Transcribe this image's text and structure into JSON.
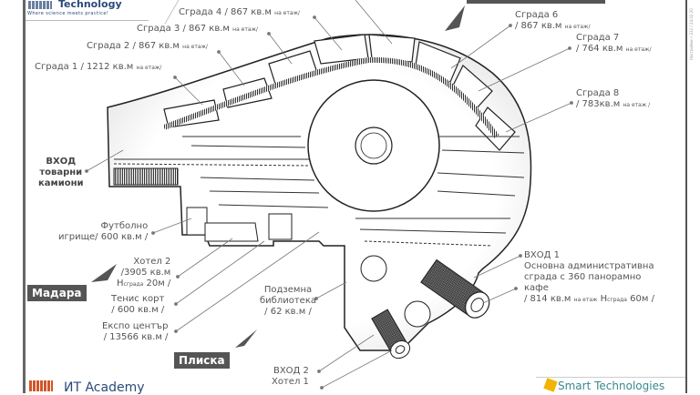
{
  "header": {
    "logo_name": "Technology",
    "logo_tagline": "Where science meets practice!"
  },
  "side_note": "Настройки • 232 / 24.02.20",
  "buildings": [
    {
      "name": "Сграда 1",
      "area": "/ 1212 кв.м",
      "unit": "на етаж/"
    },
    {
      "name": "Сграда 2",
      "area": "/ 867 кв.м",
      "unit": "на етаж/"
    },
    {
      "name": "Сграда 3",
      "area": "/ 867 кв.м",
      "unit": "на етаж/"
    },
    {
      "name": "Сграда 4",
      "area": "/ 867 кв.м",
      "unit": "на етаж/"
    },
    {
      "name": "Сграда 6",
      "area": "/ 867 кв.м",
      "unit": "на етаж/"
    },
    {
      "name": "Сграда 7",
      "area": "/ 764 кв.м",
      "unit": "на етаж/"
    },
    {
      "name": "Сграда 8",
      "area": "/ 783кв.м",
      "unit": "на етаж /"
    }
  ],
  "entrance_trucks": {
    "line1": "ВХОД",
    "line2": "товарни",
    "line3": "камиони"
  },
  "football": {
    "line1": "Футболно",
    "line2": "игрище/ 600 кв.м /"
  },
  "hotel2": {
    "line1": "Хотел 2",
    "line2": "/3905 кв.м",
    "line3_h": "H",
    "line3_sub": "сграда",
    "line3_val": "20м /"
  },
  "tennis": {
    "line1": "Тенис корт",
    "line2": "/ 600 кв.м /"
  },
  "expo": {
    "line1": "Експо център",
    "line2": "/ 13566 кв.м /"
  },
  "library": {
    "line1": "Подземна",
    "line2": "библиотека",
    "line3": "/ 62 кв.м /"
  },
  "entrance2": {
    "line1": "ВХОД 2",
    "line2": "Хотел 1"
  },
  "entrance1": {
    "line1": "ВХОД 1",
    "line2": "Основна административна",
    "line3": "сграда с 360 панорамно",
    "line4": "кафе",
    "line5_area": "/ 814 кв.м",
    "line5_unit": "на етаж",
    "line5_h": "H",
    "line5_sub": "сграда",
    "line5_val": "60м /"
  },
  "directions": {
    "madara": "Мадара",
    "pliska": "Плиска"
  },
  "footer": {
    "academy": "ИТ Academy",
    "right_logo": "Smart Technologies"
  }
}
